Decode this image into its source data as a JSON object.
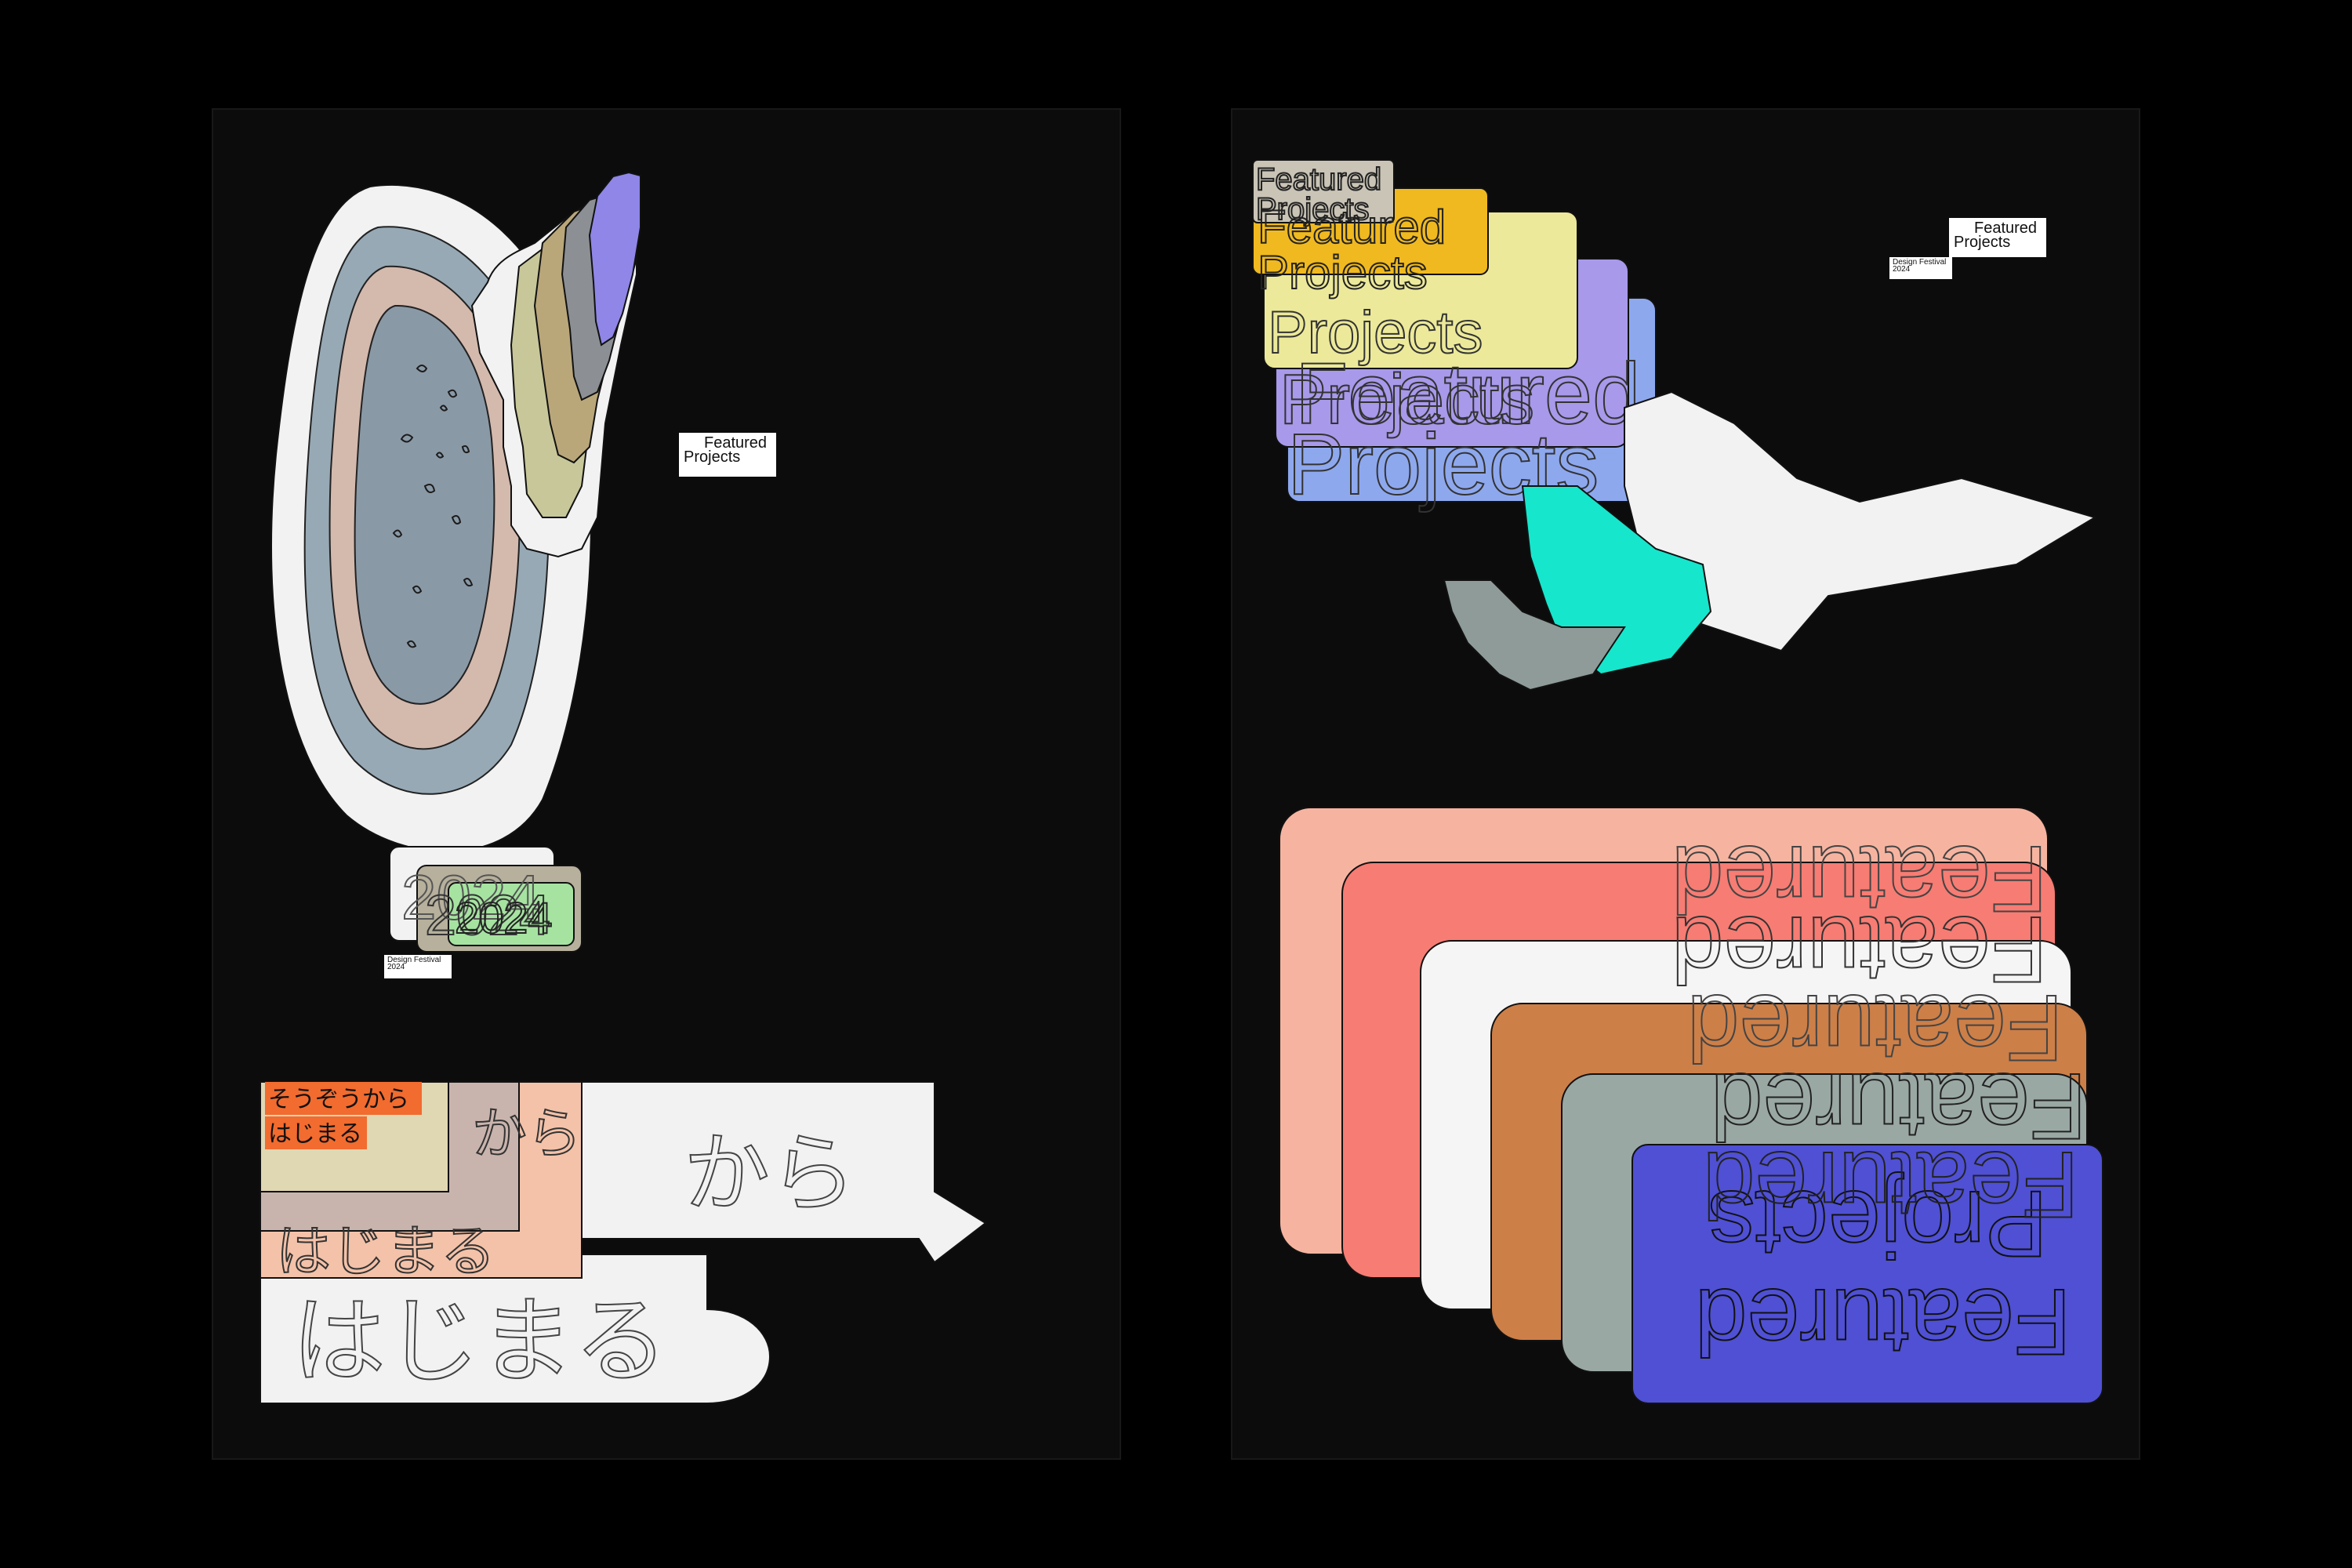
{
  "left_poster": {
    "tag_title": "Featured",
    "tag_subtitle": "Projects",
    "festival_tag_line1": "Design Festival",
    "festival_tag_line2": "2024",
    "year_stickers": [
      "2024",
      "2024",
      "2024"
    ],
    "jp_line1_small": "そうぞうから",
    "jp_line2_small": "はじまる",
    "jp_line1_mid": "から",
    "jp_line2_mid": "はじまる",
    "jp_line1_large": "から",
    "jp_line2_large": "はじまる",
    "oval_colors": [
      "#f2f2f2",
      "#97a9b5",
      "#d4b9ad",
      "#8a99a6"
    ],
    "drip_colors": [
      "#f2f2f2",
      "#c7c79a",
      "#b9a77a",
      "#8c8f93",
      "#8f86e8"
    ]
  },
  "right_poster": {
    "stack_title": "Featured",
    "stack_subtitle": "Projects",
    "stack_colors": [
      "#f2efe6",
      "#f0b91f",
      "#ece99a",
      "#a899ea",
      "#8ea8ee"
    ],
    "tag_title": "Featured",
    "tag_subtitle": "Projects",
    "festival_tag_line1": "Design Festival",
    "festival_tag_line2": "2024",
    "bird_colors": [
      "#f2f2f2",
      "#16e6cc",
      "#8e9b98"
    ],
    "big_stack_colors": [
      "#f6b4a0",
      "#f77c73",
      "#f5f5f5",
      "#cd7f48",
      "#9aa8a4",
      "#4f50d4"
    ]
  }
}
